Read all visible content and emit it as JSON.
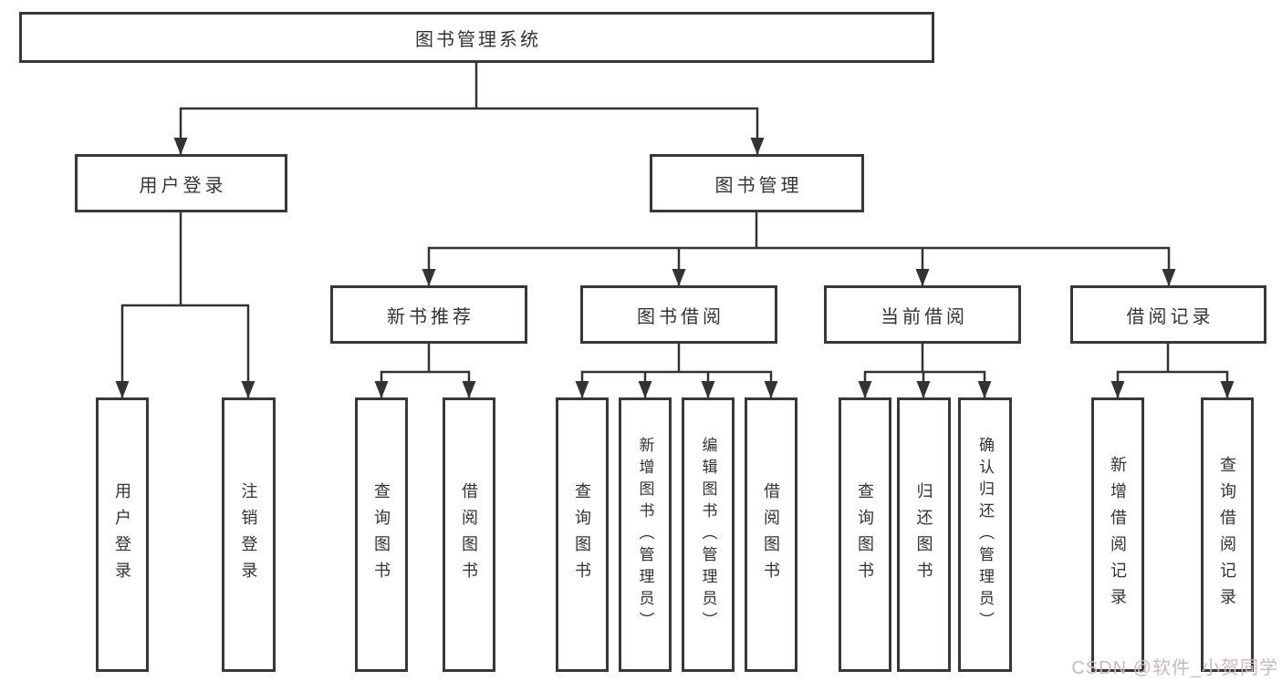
{
  "diagram": {
    "type": "hierarchy-tree",
    "hierarchy": {
      "label": "图书管理系统",
      "children": [
        {
          "label": "用户登录",
          "children": [
            {
              "label": "用户登录"
            },
            {
              "label": "注销登录"
            }
          ]
        },
        {
          "label": "图书管理",
          "children": [
            {
              "label": "新书推荐",
              "children": [
                {
                  "label": "查询图书"
                },
                {
                  "label": "借阅图书"
                }
              ]
            },
            {
              "label": "图书借阅",
              "children": [
                {
                  "label": "查询图书"
                },
                {
                  "label": "新增图书（管理员）"
                },
                {
                  "label": "编辑图书（管理员）"
                },
                {
                  "label": "借阅图书"
                }
              ]
            },
            {
              "label": "当前借阅",
              "children": [
                {
                  "label": "查询图书"
                },
                {
                  "label": "归还图书"
                },
                {
                  "label": "确认归还（管理员）"
                }
              ]
            },
            {
              "label": "借阅记录",
              "children": [
                {
                  "label": "新增借阅记录"
                },
                {
                  "label": "查询借阅记录"
                }
              ]
            }
          ]
        }
      ]
    },
    "colors": {
      "box_border": "#383838",
      "connector_line": "#333333",
      "arrowhead": "#333333",
      "text": "#333333",
      "background": "#ffffff",
      "watermark_text": "#c9b9b9"
    }
  },
  "watermark": {
    "text": "CSDN @软件_小贺同学"
  }
}
